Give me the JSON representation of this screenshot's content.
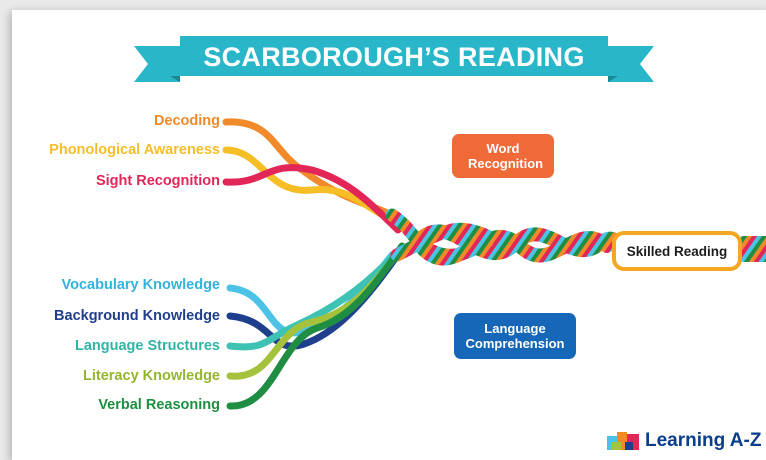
{
  "title": "SCARBOROUGH’S READING ROPE",
  "strands": {
    "word_recognition": [
      "Decoding",
      "Phonological Awareness",
      "Sight Recognition"
    ],
    "language_comprehension": [
      "Vocabulary Knowledge",
      "Background Knowledge",
      "Language Structures",
      "Literacy Knowledge",
      "Verbal Reasoning"
    ]
  },
  "groups": {
    "word_recognition": "Word Recognition",
    "language_comprehension": "Language Comprehension"
  },
  "outcome": "Skilled Reading",
  "brand": "Learning A-Z",
  "colors": {
    "banner": "#29b6c8",
    "banner_dark": "#1a8797",
    "decoding": "#f18a2a",
    "phonological": "#f5be27",
    "sight": "#e22658",
    "vocabulary": "#4cc3e6",
    "background": "#1f3f8c",
    "structures": "#3ec2b3",
    "literacy": "#a4c23b",
    "verbal": "#1f8e43",
    "word_pill": "#ef6a36",
    "lang_pill": "#1667b7"
  }
}
